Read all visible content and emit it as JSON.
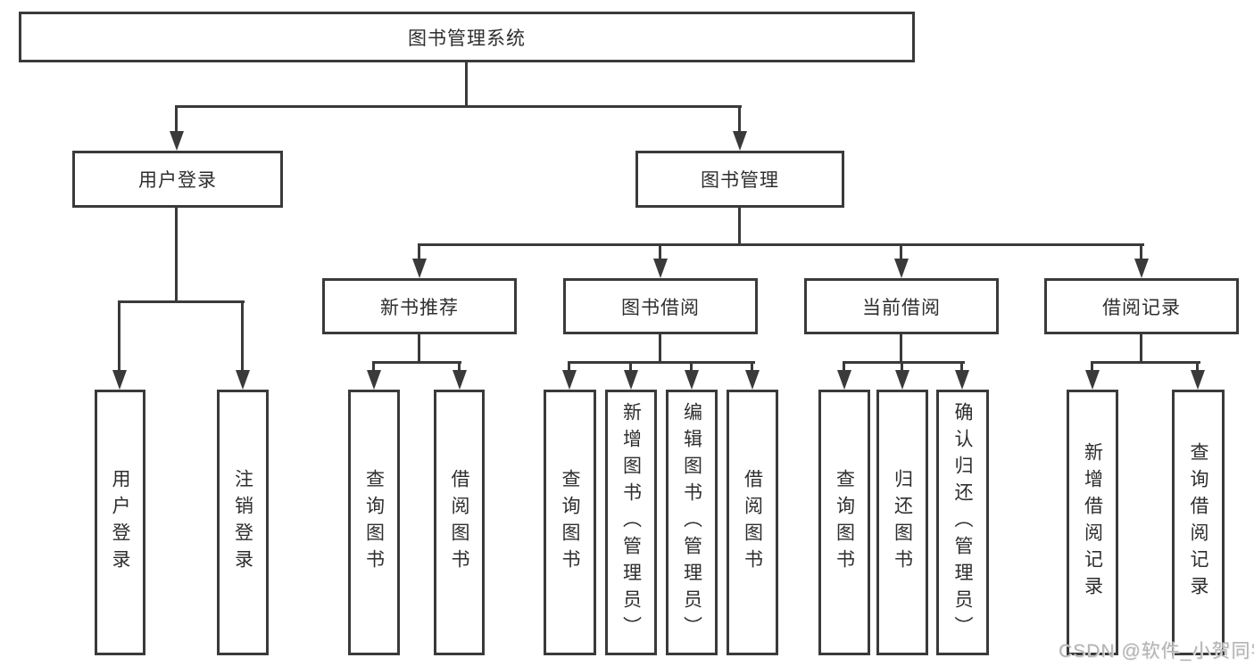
{
  "diagram": {
    "root_label": "图书管理系统",
    "branches": {
      "user_login": {
        "label": "用户登录",
        "children": [
          "用户登录",
          "注销登录"
        ]
      },
      "book_management": {
        "label": "图书管理",
        "sections": [
          {
            "label": "新书推荐",
            "children": [
              "查询图书",
              "借阅图书"
            ]
          },
          {
            "label": "图书借阅",
            "children": [
              "查询图书",
              "新增图书（管理员）",
              "编辑图书（管理员）",
              "借阅图书"
            ]
          },
          {
            "label": "当前借阅",
            "children": [
              "查询图书",
              "归还图书",
              "确认归还（管理员）"
            ]
          },
          {
            "label": "借阅记录",
            "children": [
              "新增借阅记录",
              "查询借阅记录"
            ]
          }
        ]
      }
    }
  },
  "watermark": {
    "text": "CSDN @软件_小贺同学"
  },
  "colors": {
    "line": "#3a3a3a",
    "text": "#2e2e2e",
    "watermark": "#b3b3b3",
    "background": "#ffffff"
  }
}
